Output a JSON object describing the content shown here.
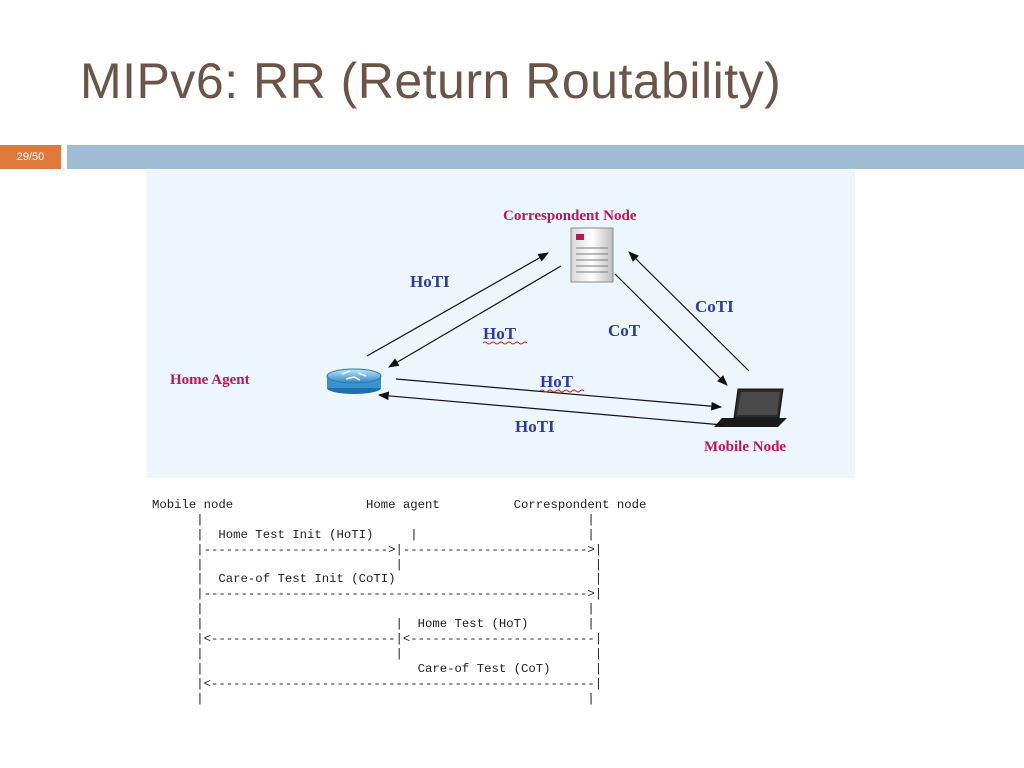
{
  "slide": {
    "title": "MIPv6: RR (Return Routability)",
    "page_number": "29/50"
  },
  "colors": {
    "title": "#6b5448",
    "badge": "#df7a3e",
    "bar": "#9fbcd5",
    "node_label": "#c0145a",
    "message_label": "#2a3aa8",
    "panel_bg": "#eef6fd"
  },
  "diagram": {
    "nodes": {
      "correspondent": {
        "label": "Correspondent Node",
        "icon": "server-icon"
      },
      "home_agent": {
        "label": "Home Agent",
        "icon": "router-icon"
      },
      "mobile": {
        "label": "Mobile Node",
        "icon": "laptop-icon"
      }
    },
    "messages": {
      "hoti_ha_cn": "HoTI",
      "hot_cn_ha": "HoT",
      "coti_mn_cn": "CoTI",
      "cot_cn_mn": "CoT",
      "hot_ha_mn": "HoT",
      "hoti_mn_ha": "HoTI"
    }
  },
  "sequence": {
    "lines": [
      "Mobile node                  Home agent          Correspondent node",
      "      |                                                    |",
      "      |  Home Test Init (HoTI)     |                       |",
      "      |------------------------->|------------------------->|",
      "      |                          |                          |",
      "      |  Care-of Test Init (CoTI)                           |",
      "      |---------------------------------------------------->|",
      "      |                                                    |",
      "      |                          |  Home Test (HoT)        |",
      "      |<-------------------------|<-------------------------|",
      "      |                          |                          |",
      "      |                             Care-of Test (CoT)      |",
      "      |<----------------------------------------------------|",
      "      |                                                    |"
    ]
  }
}
